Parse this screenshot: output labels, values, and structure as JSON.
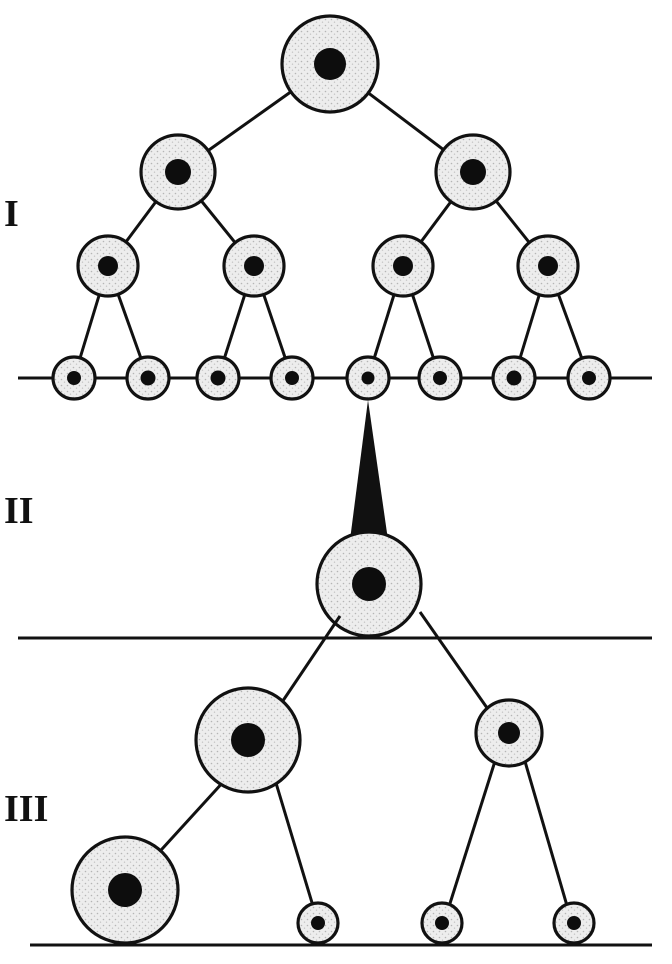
{
  "stage_labels": {
    "first": "I",
    "second": "II",
    "third": "III"
  },
  "colors": {
    "line": "#111111",
    "cytoplasm": "#e6e6e6",
    "nucleus": "#0d0d0d",
    "background": "#ffffff"
  }
}
